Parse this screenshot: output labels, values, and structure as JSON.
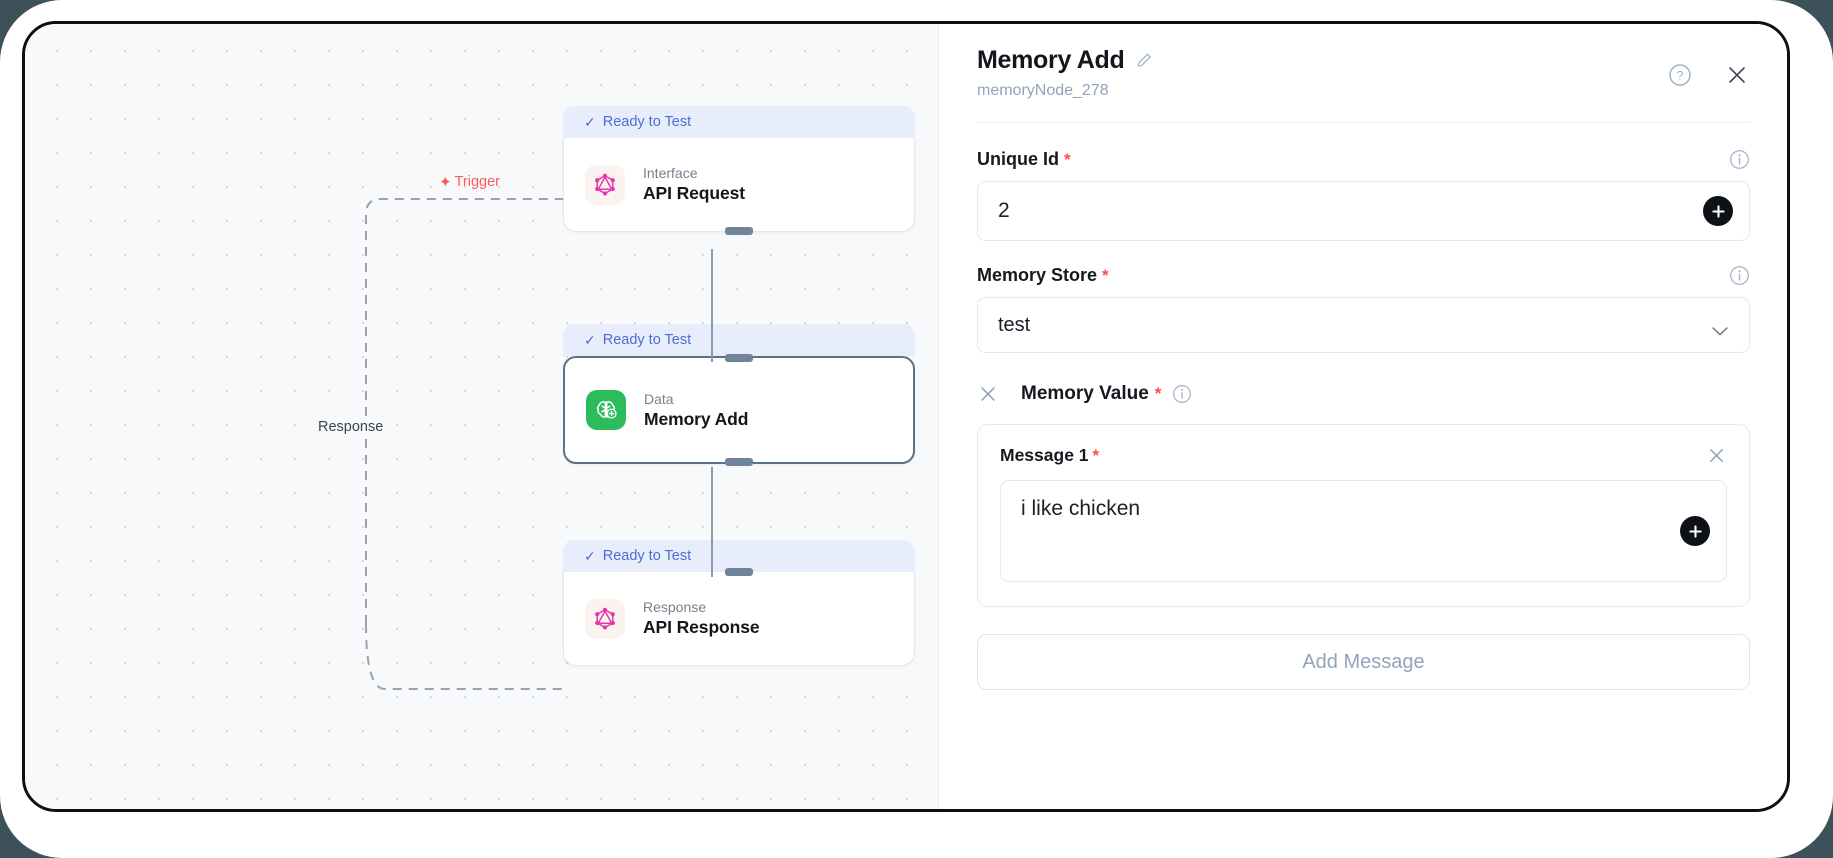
{
  "canvas": {
    "edges": [
      {
        "id": "trigger",
        "label": "Trigger",
        "icon": "lightning-bolt-icon",
        "color": "#fa5b5b"
      },
      {
        "id": "response",
        "label": "Response",
        "color": "#3d4451"
      }
    ],
    "nodes": [
      {
        "status": "Ready to Test",
        "type": "Interface",
        "title": "API Request",
        "icon": "graphql-icon",
        "selected": false
      },
      {
        "status": "Ready to Test",
        "type": "Data",
        "title": "Memory Add",
        "icon": "brain-plus-icon",
        "selected": true
      },
      {
        "status": "Ready to Test",
        "type": "Response",
        "title": "API Response",
        "icon": "graphql-icon",
        "selected": false
      }
    ]
  },
  "panel": {
    "title": "Memory Add",
    "subtitle": "memoryNode_278",
    "edit_icon": "pencil-icon",
    "help_icon": "question-circle-icon",
    "close_icon": "close-icon",
    "fields": {
      "unique_id": {
        "label": "Unique Id",
        "required": "*",
        "value": "2",
        "info_icon": "info-icon",
        "add_icon": "plus-icon"
      },
      "memory_store": {
        "label": "Memory Store",
        "required": "*",
        "value": "test",
        "info_icon": "info-icon",
        "chevron_icon": "chevron-down-icon"
      },
      "memory_value": {
        "label": "Memory Value",
        "required": "*",
        "info_icon": "info-icon",
        "remove_icon": "close-icon",
        "messages": [
          {
            "label": "Message 1",
            "required": "*",
            "value": "i like chicken",
            "remove_icon": "close-icon",
            "add_icon": "plus-icon"
          }
        ],
        "add_message_label": "Add Message"
      }
    }
  }
}
